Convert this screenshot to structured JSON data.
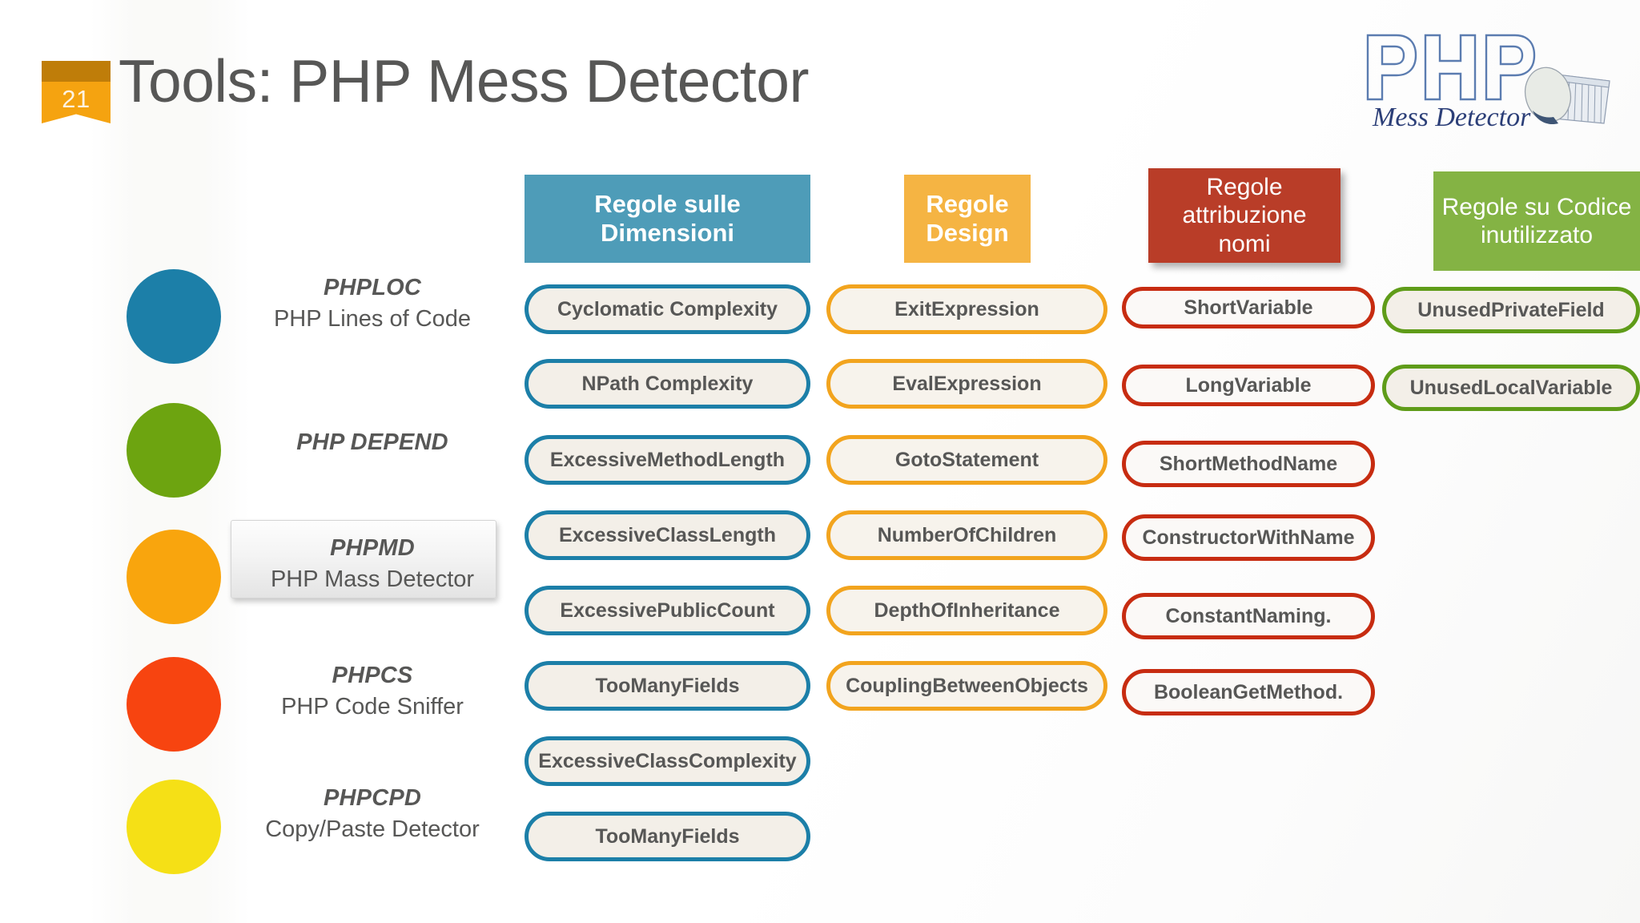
{
  "slide": {
    "number": "21",
    "title": "Tools: PHP Mess Detector",
    "title_color": "#575756",
    "badge_color": "#f5a310",
    "badge_top_color": "#bf7d09"
  },
  "logo": {
    "name": "php-mess-detector-logo",
    "wordmark": "PHP",
    "subtitle": "Mess Detector",
    "outline_color": "#4a6fa8",
    "subtitle_color": "#2c3f78"
  },
  "tools": [
    {
      "name": "PHPLOC",
      "desc": "PHP Lines of Code",
      "color": "#1c7fa8",
      "highlighted": false
    },
    {
      "name": "PHP DEPEND",
      "desc": "",
      "color": "#6da410",
      "highlighted": false
    },
    {
      "name": "PHPMD",
      "desc": "PHP Mass Detector",
      "color": "#f9a50d",
      "highlighted": true
    },
    {
      "name": "PHPCS",
      "desc": "PHP Code Sniffer",
      "color": "#f74410",
      "highlighted": false
    },
    {
      "name": "PHPCPD",
      "desc": "Copy/Paste Detector",
      "color": "#f5e016",
      "highlighted": false
    }
  ],
  "columns": [
    {
      "key": "dimensioni",
      "header": "Regole sulle Dimensioni",
      "header_color": "#4e9cb8",
      "border_color": "#1c7fa8",
      "rules": [
        "Cyclomatic Complexity",
        "NPath Complexity",
        "ExcessiveMethodLength",
        "ExcessiveClassLength",
        "ExcessivePublicCount",
        "TooManyFields",
        "ExcessiveClassComplexity",
        "TooManyFields"
      ]
    },
    {
      "key": "design",
      "header": "Regole Design",
      "header_color": "#f5b443",
      "border_color": "#f2a41e",
      "rules": [
        "ExitExpression",
        "EvalExpression",
        "GotoStatement",
        "NumberOfChildren",
        "DepthOfInheritance",
        "CouplingBetweenObjects"
      ]
    },
    {
      "key": "nomi",
      "header": "Regole attribuzione nomi",
      "header_color": "#b93d28",
      "border_color": "#c72c11",
      "rules": [
        "ShortVariable",
        "LongVariable",
        "ShortMethodName",
        "ConstructorWithName",
        "ConstantNaming.",
        "BooleanGetMethod."
      ]
    },
    {
      "key": "inutilizzato",
      "header": "Regole su Codice inutilizzato",
      "header_color": "#84b344",
      "border_color": "#5f9c19",
      "rules": [
        "UnusedPrivateField",
        "UnusedLocalVariable"
      ]
    }
  ]
}
